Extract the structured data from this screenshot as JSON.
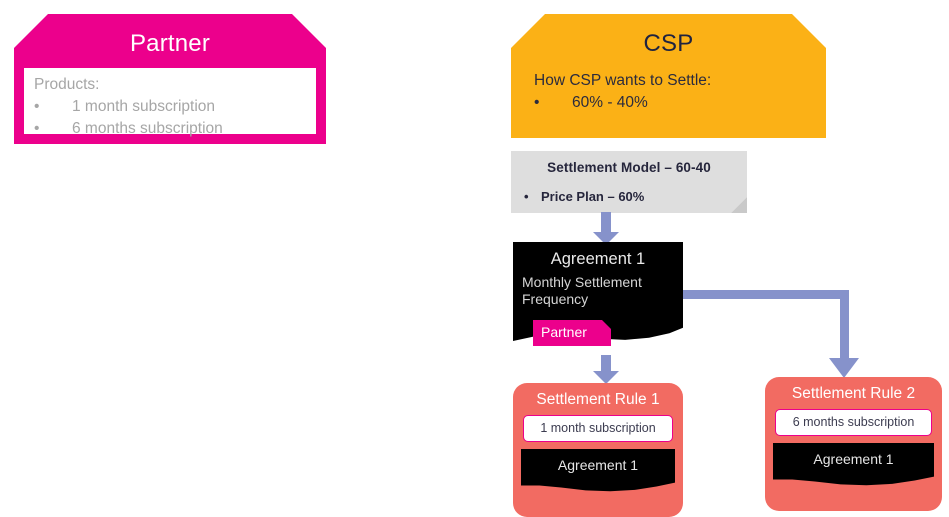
{
  "diagram": {
    "title": "Partner / CSP settlement model flow",
    "colors": {
      "partner_pink": "#EC008C",
      "csp_orange": "#FBB116",
      "settlement_grey": "#DEDEDE",
      "agreement_black": "#000000",
      "rule_salmon": "#F26B62",
      "connector_blue": "#8692CB"
    }
  },
  "partner": {
    "title": "Partner",
    "panel_heading": "Products:",
    "bullet": "•",
    "products": [
      "1 month subscription",
      "6 months subscription"
    ]
  },
  "csp": {
    "title": "CSP",
    "heading": "How CSP wants to Settle:",
    "bullet": "•",
    "items": [
      "60% - 40%"
    ]
  },
  "settlement_model": {
    "title": "Settlement Model – 60-40",
    "bullet": "•",
    "items": [
      "Price Plan – 60%"
    ]
  },
  "agreement": {
    "title": "Agreement 1",
    "subtitle": "Monthly Settlement Frequency",
    "tag": "Partner"
  },
  "rules": [
    {
      "title": "Settlement Rule 1",
      "chip": "1 month subscription",
      "agreement": "Agreement 1"
    },
    {
      "title": "Settlement Rule 2",
      "chip": "6 months subscription",
      "agreement": "Agreement 1"
    }
  ],
  "connectors": [
    {
      "name": "model-to-agreement",
      "kind": "arrow-down"
    },
    {
      "name": "agreement-to-rule-1",
      "kind": "arrow-down"
    },
    {
      "name": "agreement-to-rule-2",
      "kind": "elbow-right-down"
    }
  ]
}
